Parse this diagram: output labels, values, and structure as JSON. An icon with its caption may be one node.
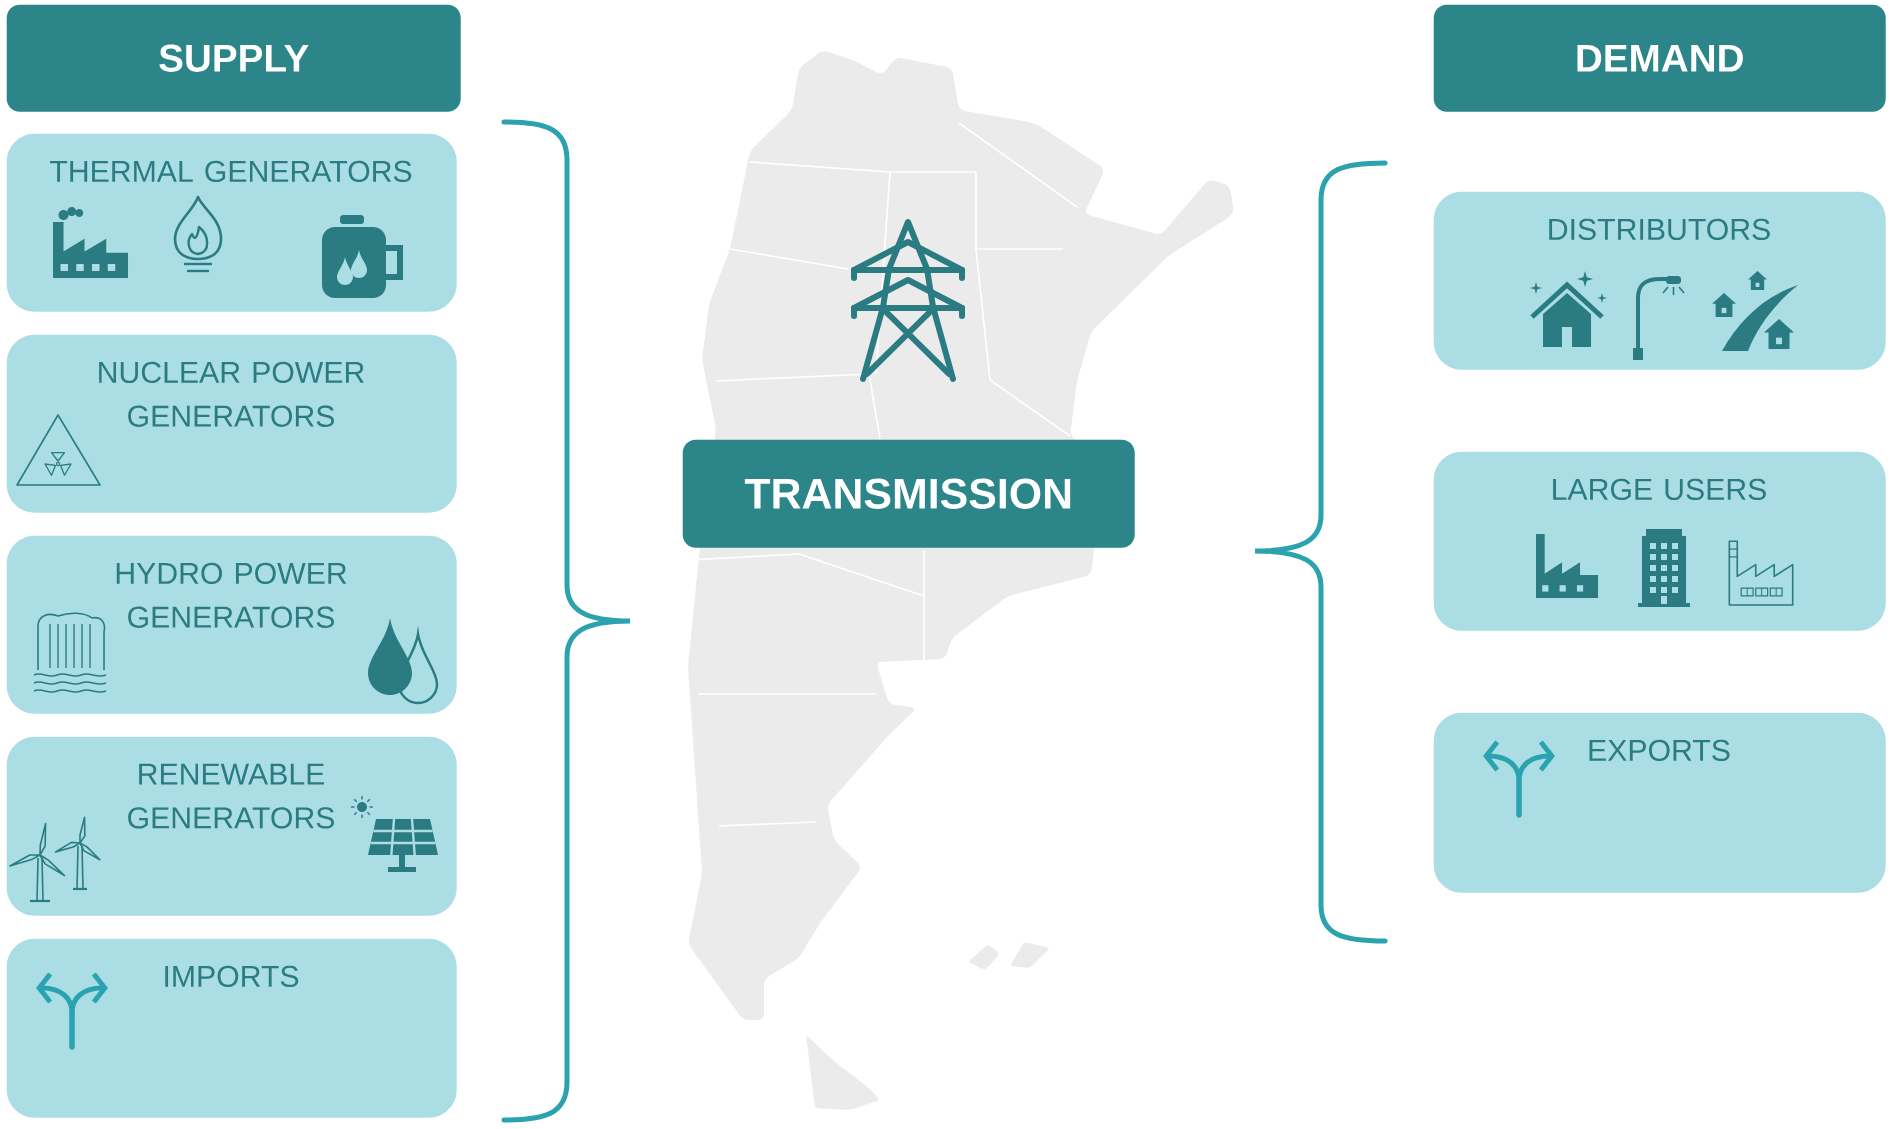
{
  "diagram": {
    "nodes": [
      {
        "text": [
          "SUPPLY"
        ]
      },
      {
        "text": [
          "THERMAL GENERATORS"
        ]
      },
      {
        "text": [
          "NUCLEAR POWER GENERATORS"
        ]
      },
      {
        "text": [
          "HYDRO POWER GENERATORS"
        ]
      },
      {
        "text": [
          "RENEWABLE GENERATORS"
        ]
      },
      {
        "text": [
          "IMPORTS"
        ]
      },
      {
        "text": [
          "TRANSMISSION"
        ]
      },
      {
        "text": [
          "DEMAND"
        ]
      },
      {
        "text": [
          "DISTRIBUTORS"
        ]
      },
      {
        "text": [
          "LARGE USERS"
        ]
      },
      {
        "text": [
          "EXPORTS"
        ]
      }
    ]
  }
}
